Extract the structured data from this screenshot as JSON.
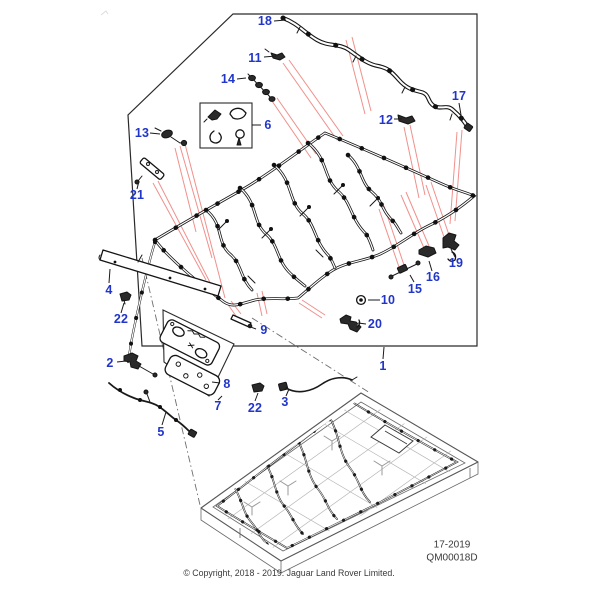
{
  "diagram_title": "Battery wiring harness exploded parts diagram",
  "colors": {
    "callout_blue": "#2136c9",
    "locator_red": "#f0908b",
    "line_ink": "#1a1a1a",
    "paper": "#ffffff"
  },
  "callouts": [
    {
      "id": "1",
      "label": "1"
    },
    {
      "id": "2",
      "label": "2"
    },
    {
      "id": "3",
      "label": "3"
    },
    {
      "id": "4",
      "label": "4"
    },
    {
      "id": "5",
      "label": "5"
    },
    {
      "id": "6",
      "label": "6"
    },
    {
      "id": "7",
      "label": "7"
    },
    {
      "id": "8",
      "label": "8"
    },
    {
      "id": "9",
      "label": "9"
    },
    {
      "id": "10",
      "label": "10"
    },
    {
      "id": "11",
      "label": "11"
    },
    {
      "id": "12",
      "label": "12"
    },
    {
      "id": "13",
      "label": "13"
    },
    {
      "id": "14",
      "label": "14"
    },
    {
      "id": "15",
      "label": "15"
    },
    {
      "id": "16",
      "label": "16"
    },
    {
      "id": "17",
      "label": "17"
    },
    {
      "id": "18",
      "label": "18"
    },
    {
      "id": "19",
      "label": "19"
    },
    {
      "id": "20",
      "label": "20"
    },
    {
      "id": "21",
      "label": "21"
    },
    {
      "id": "22a",
      "label": "22"
    },
    {
      "id": "22b",
      "label": "22"
    }
  ],
  "plate": {
    "sheet_code": "17-2019",
    "drawing_code": "QM00018D"
  },
  "footer": {
    "copyright": "© Copyright, 2018 - 2019. Jaguar Land Rover Limited."
  }
}
